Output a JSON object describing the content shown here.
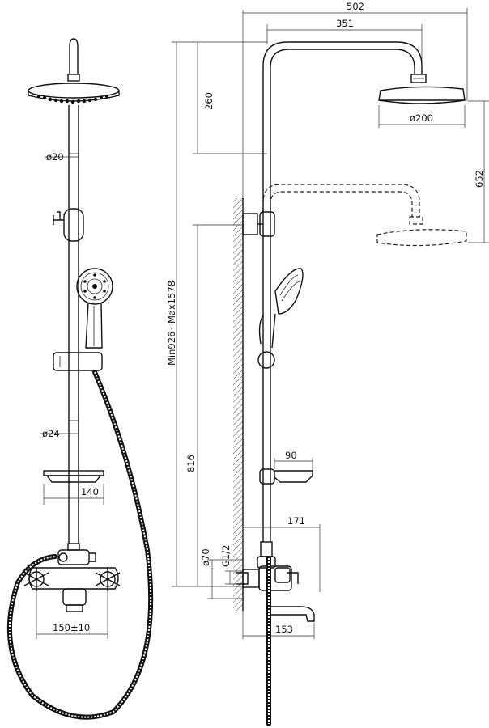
{
  "dimensions": {
    "total_width": "502",
    "arm_length": "351",
    "head_drop": "260",
    "head_diameter": "ø200",
    "height_adjust": "652",
    "rod_height_range": "Min926~Max1578",
    "rod_diameter_upper": "ø20",
    "rod_diameter_lower": "ø24",
    "shelf_width_front": "140",
    "shelf_depth_side": "90",
    "mixer_height": "816",
    "spout_reach": "171",
    "flange_diameter": "ø70",
    "thread_size": "G1/2",
    "center_distance": "150±10",
    "wall_offset": "153"
  }
}
